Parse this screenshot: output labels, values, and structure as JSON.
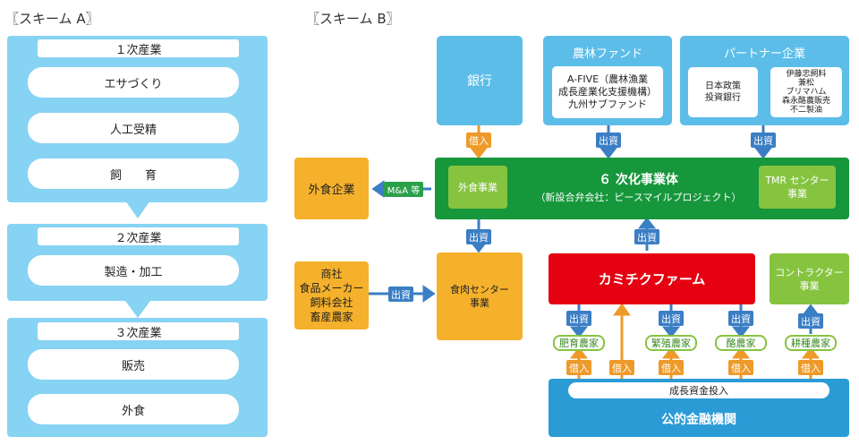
{
  "scheme_a": {
    "heading": "〖スキーム A〗",
    "primary": {
      "label": "１次産業",
      "items": [
        "エサづくり",
        "人工受精",
        "飼　　育"
      ]
    },
    "secondary": {
      "label": "２次産業",
      "items": [
        "製造・加工"
      ]
    },
    "tertiary": {
      "label": "３次産業",
      "items": [
        "販売",
        "外食"
      ]
    }
  },
  "scheme_b": {
    "heading": "〖スキーム B〗",
    "bank": "銀行",
    "fund": {
      "title": "農林ファンド",
      "line1": "A-FIVE（農林漁業",
      "line2": "成長産業化支援機構）",
      "line3": "九州サブファンド"
    },
    "partners": {
      "title": "パートナー企業",
      "left1": "日本政策",
      "left2": "投資銀行",
      "right1": "伊藤忠飼料",
      "right2": "兼松",
      "right3": "プリマハム",
      "right4": "森永酪農販売",
      "right5": "不二製油"
    },
    "restaurant_company": "外食企業",
    "ma_label": "M&A 等",
    "restaurant_business": "外食事業",
    "sixth_title": "６ 次化事業体",
    "sixth_sub": "（新設合弁会社：ピースマイルプロジェクト）",
    "tmr": {
      "line1": "TMR センター",
      "line2": "事業"
    },
    "traders": {
      "line1": "商社",
      "line2": "食品メーカー",
      "line3": "飼料会社",
      "line4": "畜産農家"
    },
    "meat_center": {
      "line1": "食肉センター",
      "line2": "事業"
    },
    "kamichiku": "カミチクファーム",
    "contractor": {
      "line1": "コントラクター",
      "line2": "事業"
    },
    "farms": {
      "breeding": "肥育農家",
      "propagation": "繁殖農家",
      "dairy": "酪農家",
      "crop": "耕種農家"
    },
    "growth_capital": "成長資金投入",
    "public_finance": "公的金融機関",
    "tags": {
      "invest": "出資",
      "loan": "借入"
    }
  },
  "colors": {
    "sky": "#5cbde9",
    "panel_a": "#87d3f3",
    "green": "#17973b",
    "light_green": "#86c440",
    "orange": "#f5b12b",
    "red": "#e50012",
    "blue": "#2b9bd6",
    "arrow_blue": "#3b7ec4",
    "arrow_orange": "#ee9a2a"
  }
}
